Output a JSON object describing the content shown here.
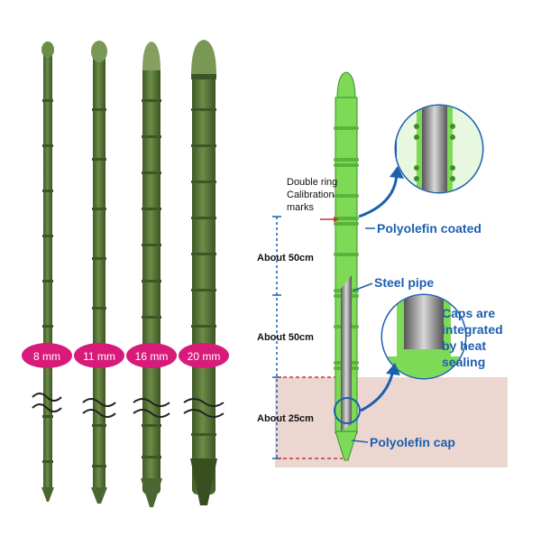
{
  "stakes": {
    "sizes": [
      "8 mm",
      "11 mm",
      "16 mm",
      "20 mm"
    ],
    "badge_color": "#d81b7a",
    "stake_color": "#5c7a3a"
  },
  "diagram": {
    "calibration_label_line1": "Double ring",
    "calibration_label_line2": "Calibration",
    "calibration_label_line3": "marks",
    "dimensions": [
      "About 50cm",
      "About 50cm",
      "About 25cm"
    ],
    "coating_label": "Polyolefin coated",
    "pipe_label": "Steel pipe",
    "caps_label_line1": "Caps are",
    "caps_label_line2": "integrated",
    "caps_label_line3": "by heat",
    "caps_label_line4": "sealing",
    "cap_label": "Polyolefin cap",
    "label_color": "#1c5fb0",
    "stake_color": "#7ed957",
    "ground_color": "#ecd6d0"
  }
}
